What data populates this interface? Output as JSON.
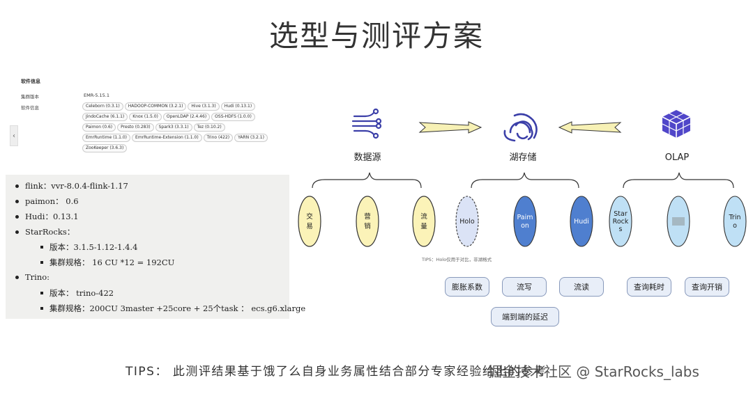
{
  "title": "选型与测评方案",
  "software_info": {
    "heading": "软件信息",
    "cluster_version_label": "集群版本",
    "cluster_version": "EMR-5.15.1",
    "software_label": "软件信息",
    "tags": [
      "Celeborn (0.3.1)",
      "HADOOP-COMMON (3.2.1)",
      "Hive (3.1.3)",
      "Hudi (0.13.1)",
      "JindoCache (6.1.1)",
      "Knox (1.5.0)",
      "OpenLDAP (2.4.46)",
      "OSS-HDFS (1.0.0)",
      "Paimon (0.6)",
      "Presto (0.283)",
      "Spark3 (3.3.1)",
      "Tez (0.10.2)",
      "EmrRuntime (1.1.0)",
      "EmrRuntime-Extension (1.1.0)",
      "Trino (422)",
      "YARN (3.2.1)",
      "ZooKeeper (3.6.3)"
    ]
  },
  "versions": {
    "flink": "flink：vvr-8.0.4-flink-1.17",
    "paimon": "paimon： 0.6",
    "hudi": "Hudi：0.13.1",
    "starrocks": "StarRocks：",
    "starrocks_version": "版本：3.1.5-1.12-1.4.4",
    "starrocks_spec": "集群规格： 16 CU *12 = 192CU",
    "trino": "Trino:",
    "trino_version": "版本： trino-422",
    "trino_spec": "集群规格：200CU 3master +25core + 25个task ： ecs.g6.xlarge"
  },
  "diagram": {
    "headers": {
      "source": "数据源",
      "lake": "湖存储",
      "olap": "OLAP"
    },
    "source_nodes": [
      "交易",
      "营销",
      "流量"
    ],
    "lake_nodes": [
      "Holo",
      "Paimon",
      "Hudi"
    ],
    "olap_nodes": [
      "StarRocks",
      "",
      "Trino"
    ],
    "tips_small": "TIPS：Holo仅用于对比，非湖格式",
    "metrics": [
      "膨胀系数",
      "流写",
      "流读",
      "查询耗时",
      "查询开销",
      "端到端的延迟"
    ],
    "colors": {
      "source_fill": "#fbf3b8",
      "lake_fill": "#4f7fcf",
      "olap_fill": "#bfe0f5",
      "holo_fill": "#dbe3f6",
      "icon_color": "#3b3fa8",
      "olap_icon": "#5046c9"
    }
  },
  "bottom_tips": "TIPS： 此测评结果基于饿了么自身业务属性结合部分专家经验给出的参考",
  "watermark": "掘金技术社区 @ StarRocks_labs"
}
